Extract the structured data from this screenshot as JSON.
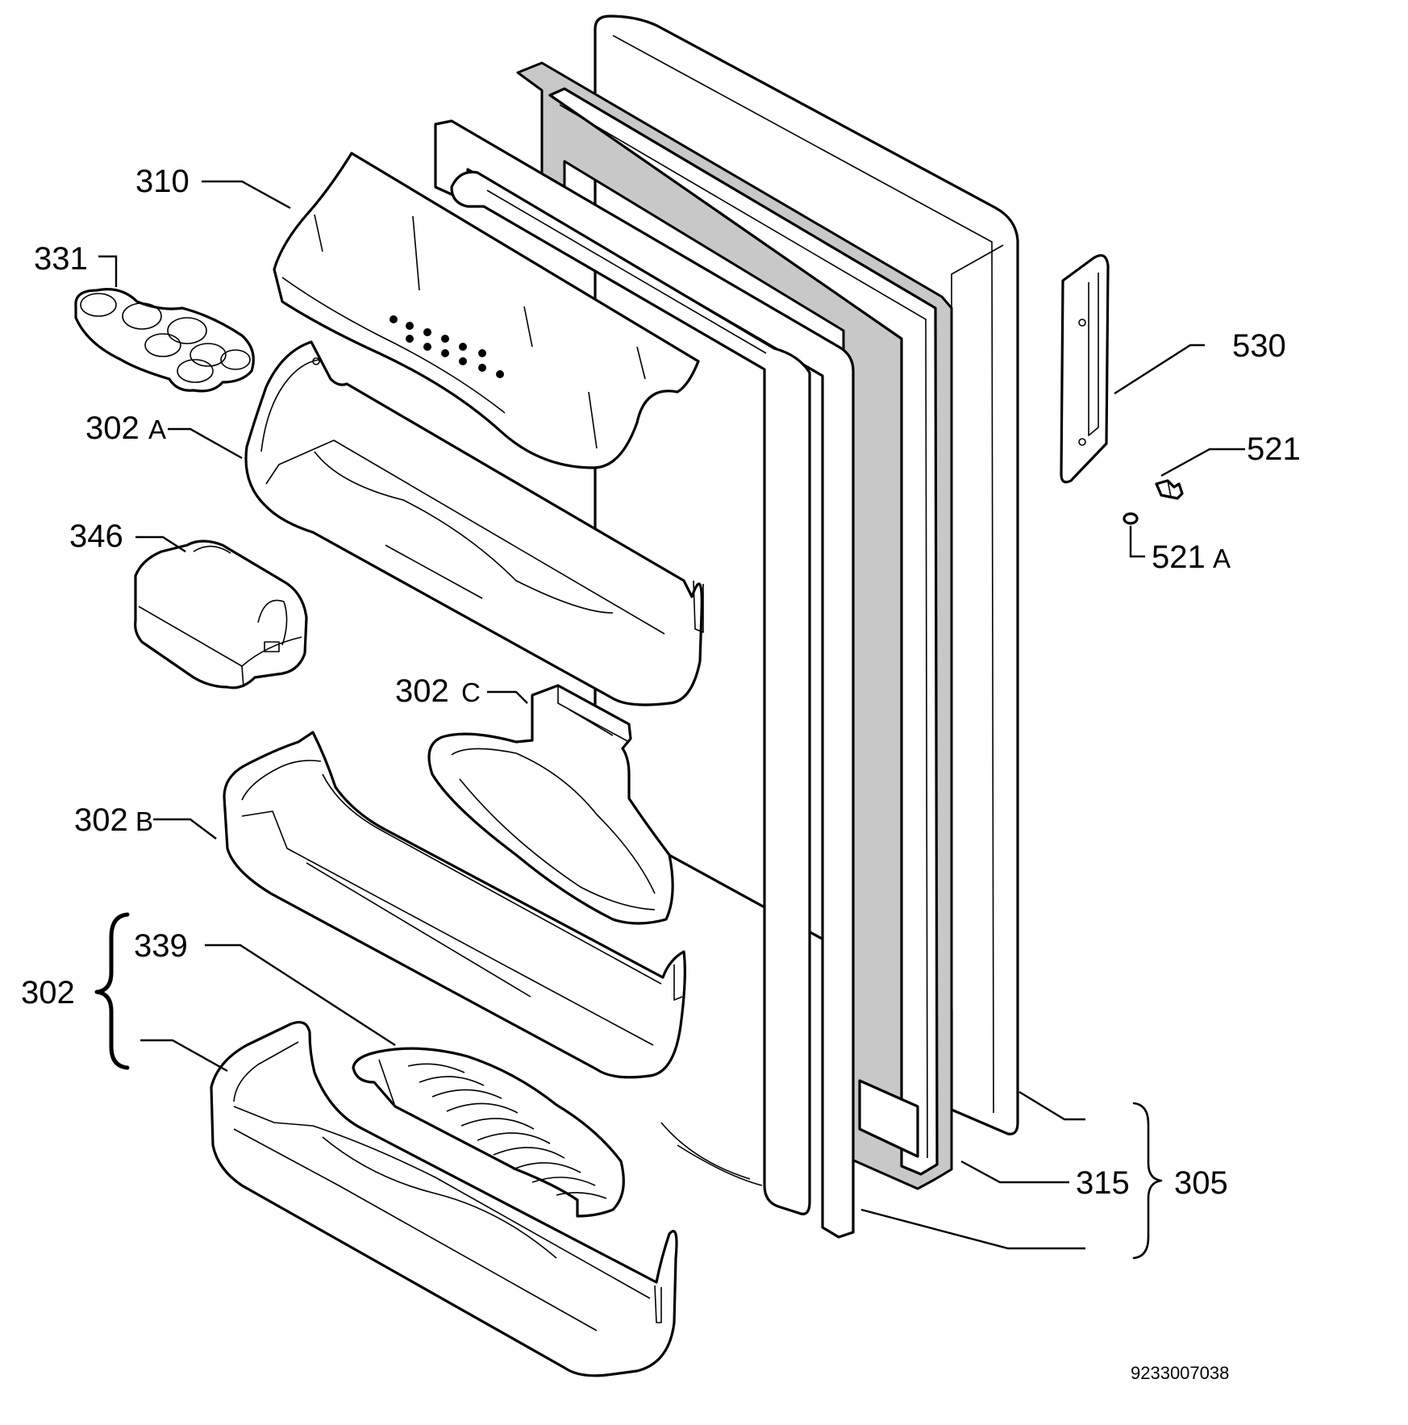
{
  "callouts": {
    "p310": "310",
    "p331": "331",
    "p302a_num": "302",
    "p302a_suffix": "A",
    "p346": "346",
    "p302c_num": "302",
    "p302c_suffix": "C",
    "p302b_num": "302",
    "p302b_suffix": "B",
    "p339": "339",
    "p302": "302",
    "p530": "530",
    "p521": "521",
    "p521a_num": "521",
    "p521a_suffix": "A",
    "p315": "315",
    "p305": "305"
  },
  "drawing_number": "9233007038"
}
